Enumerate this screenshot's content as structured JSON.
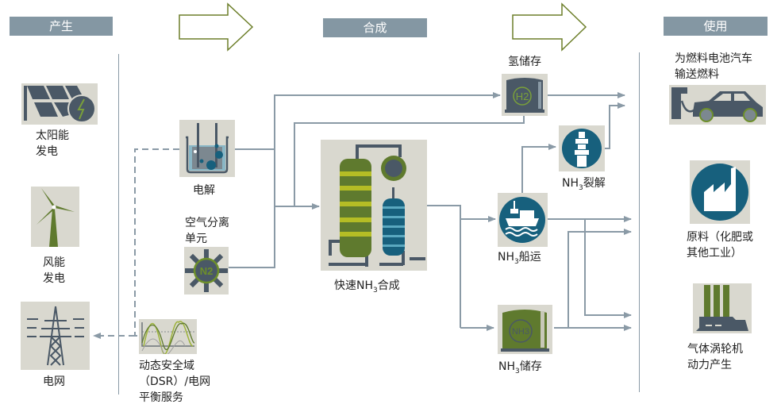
{
  "sections": {
    "produce": "产生",
    "synthesis": "合成",
    "use": "使用"
  },
  "produce": {
    "solar": "太阳能\n发电",
    "wind": "风能\n发电",
    "grid": "电网"
  },
  "synthesis": {
    "electrolysis": "电解",
    "asu": "空气分离\n单元",
    "dsr": "动态安全域\n（DSR）/电网\n平衡服务",
    "nh3_synthesis_prefix": "快速NH",
    "nh3_synthesis_sub": "3",
    "nh3_synthesis_suffix": "合成",
    "h2_storage": "氢储存",
    "nh3_cracking_prefix": "NH",
    "nh3_cracking_sub": "3",
    "nh3_cracking_suffix": "裂解",
    "nh3_shipping_prefix": "NH",
    "nh3_shipping_sub": "3",
    "nh3_shipping_suffix": "船运",
    "nh3_storage_prefix": "NH",
    "nh3_storage_sub": "3",
    "nh3_storage_suffix": "储存"
  },
  "use": {
    "fuel_cell": "为燃料电池汽车\n输送燃料",
    "feedstock": "原料（化肥或\n其他工业）",
    "gas_turbine": "气体涡轮机\n动力产生"
  },
  "icons": {
    "h2": "H2",
    "n2": "N2",
    "nh3": "NH3"
  },
  "colors": {
    "header": "#8497a3",
    "tile": "#d9d8cf",
    "slate": "#4a5866",
    "green": "#5f7a2e",
    "teal": "#17607d",
    "flow": "#8a9aa6"
  }
}
